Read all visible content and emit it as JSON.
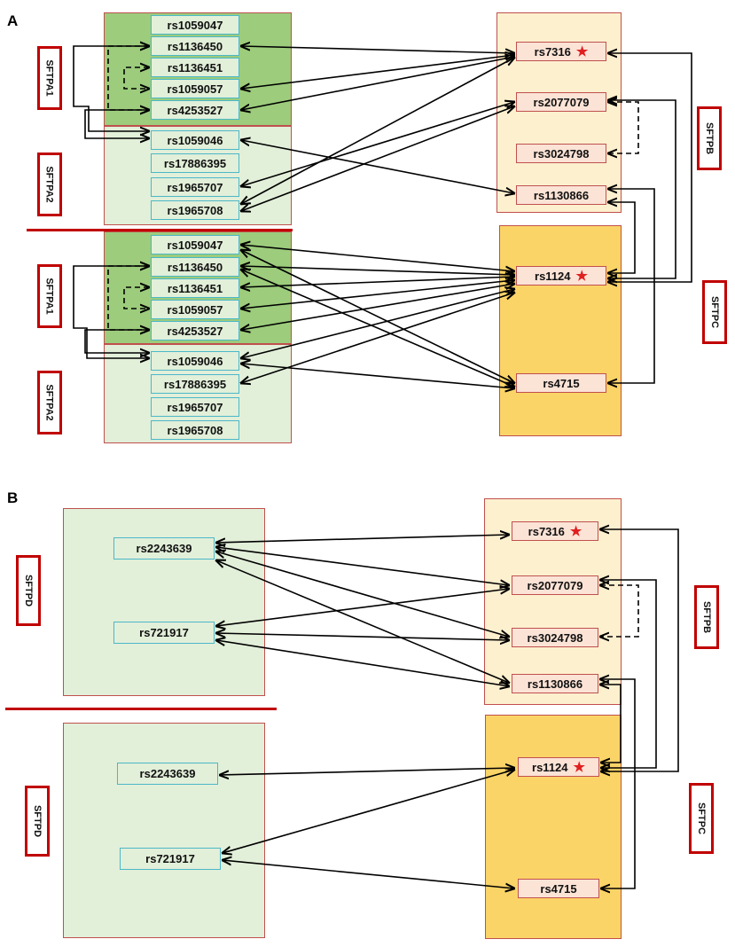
{
  "panelA": {
    "letter": "A",
    "genes": {
      "sftpa1_top": "SFTPA1",
      "sftpa2_top": "SFTPA2",
      "sftpa1_bottom": "SFTPA1",
      "sftpa2_bottom": "SFTPA2",
      "sftpb": "SFTPB",
      "sftpc": "SFTPC"
    },
    "sftpa1_snps": [
      "rs1059047",
      "rs1136450",
      "rs1136451",
      "rs1059057",
      "rs4253527"
    ],
    "sftpa2_snps": [
      "rs1059046",
      "rs17886395",
      "rs1965707",
      "rs1965708"
    ],
    "sftpb_snps": [
      "rs7316",
      "rs2077079",
      "rs3024798",
      "rs1130866"
    ],
    "sftpc_snps": [
      "rs1124",
      "rs4715"
    ],
    "star": "★"
  },
  "panelB": {
    "letter": "B",
    "genes": {
      "sftpd_top": "SFTPD",
      "sftpd_bottom": "SFTPD",
      "sftpb": "SFTPB",
      "sftpc": "SFTPC"
    },
    "sftpd_snps": [
      "rs2243639",
      "rs721917"
    ],
    "sftpb_snps": [
      "rs7316",
      "rs2077079",
      "rs3024798",
      "rs1130866"
    ],
    "sftpc_snps": [
      "rs1124",
      "rs4715"
    ],
    "star": "★"
  },
  "colors": {
    "arrow": "#000000",
    "divider": "#c00000",
    "gene_border": "#c00000",
    "snp_left_border": "#4bb8c8",
    "star": "#e02020"
  }
}
